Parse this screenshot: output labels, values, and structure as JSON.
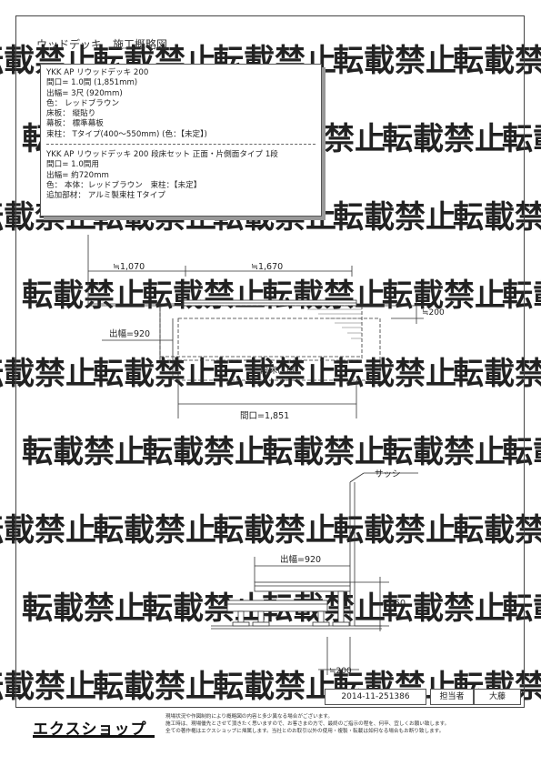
{
  "doc_title": "ウッドデッキ　施工概略図",
  "spec": {
    "section1": [
      "YKK AP リウッドデッキ 200",
      "間口= 1.0間 (1,851mm)",
      "出幅= 3尺 (920mm)",
      "色： レッドブラウン",
      "床板： 縦貼り",
      "幕板： 標準幕板",
      "束柱： Tタイプ(400～550mm) (色：【未定】)"
    ],
    "section2": [
      "YKK AP リウッドデッキ 200 段床セット 正面・片側面タイプ 1段",
      "間口= 1.0間用",
      "出幅= 約720mm",
      "色： 本体：レッドブラウン　束柱：【未定】",
      "追加部材： アルミ製束柱 Tタイプ"
    ]
  },
  "plan": {
    "dim_left": "≒1,070",
    "dim_top": "≒1,670",
    "dim_right": "≒200",
    "dim_depth": "出幅=920",
    "step_label": "段床(1段)",
    "dim_opening": "間口=1,851"
  },
  "elevation": {
    "sash_label": "サッシ",
    "dim_depth": "出幅=920",
    "dim_height": "≒450",
    "dim_bottom": "≒200"
  },
  "info": {
    "doc_number": "2014-11-251386",
    "staff_label": "担当者",
    "staff_name": "大藤"
  },
  "footer": {
    "logo": "エクスショップ",
    "notes": [
      "現場状況や作図制約により概略図の内容と多少異なる場合がございます。",
      "施工時は、現場優先とさせて頂きたく思いますので、お客さまの方で、最終のご指示の程を、何卒、宜しくお願い致します。",
      "全ての著作権はエクスショップに帰属します。当社とのお取引以外の使用・複製・転載は如何なる場合もお断り致します。"
    ]
  },
  "watermark_text": "転載禁止"
}
